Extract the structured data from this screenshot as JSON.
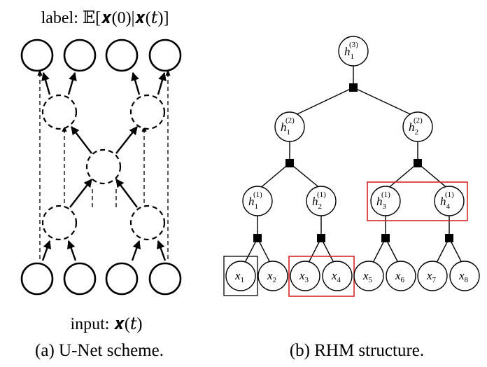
{
  "unet": {
    "label_text": "label: 𝔼[𝒙(0)|𝒙(𝑡)]",
    "input_text": "input: 𝒙(𝑡)",
    "caption": "(a) U-Net scheme."
  },
  "rhm": {
    "caption": "(b) RHM structure.",
    "root": {
      "base": "h",
      "sub": "1",
      "sup": "(3)"
    },
    "level2": [
      {
        "base": "h",
        "sub": "1",
        "sup": "(2)"
      },
      {
        "base": "h",
        "sub": "2",
        "sup": "(2)"
      }
    ],
    "level1": [
      {
        "base": "h",
        "sub": "1",
        "sup": "(1)"
      },
      {
        "base": "h",
        "sub": "2",
        "sup": "(1)"
      },
      {
        "base": "h",
        "sub": "3",
        "sup": "(1)"
      },
      {
        "base": "h",
        "sub": "4",
        "sup": "(1)"
      }
    ],
    "leaves": [
      {
        "base": "x",
        "sub": "1"
      },
      {
        "base": "x",
        "sub": "2"
      },
      {
        "base": "x",
        "sub": "3"
      },
      {
        "base": "x",
        "sub": "4"
      },
      {
        "base": "x",
        "sub": "5"
      },
      {
        "base": "x",
        "sub": "6"
      },
      {
        "base": "x",
        "sub": "7"
      },
      {
        "base": "x",
        "sub": "8"
      }
    ],
    "highlight_colors": {
      "red": "#d62728",
      "black": "#000000"
    }
  }
}
